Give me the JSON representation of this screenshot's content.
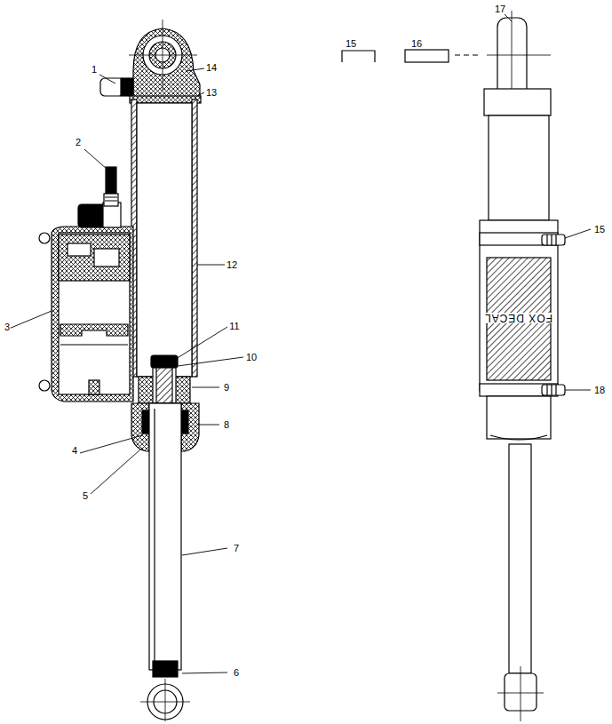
{
  "diagram": {
    "labels": [
      "1",
      "14",
      "13",
      "2",
      "12",
      "3",
      "11",
      "10",
      "9",
      "8",
      "4",
      "5",
      "7",
      "6",
      "15",
      "16",
      "17",
      "15",
      "18",
      "FOX DECAL"
    ]
  }
}
